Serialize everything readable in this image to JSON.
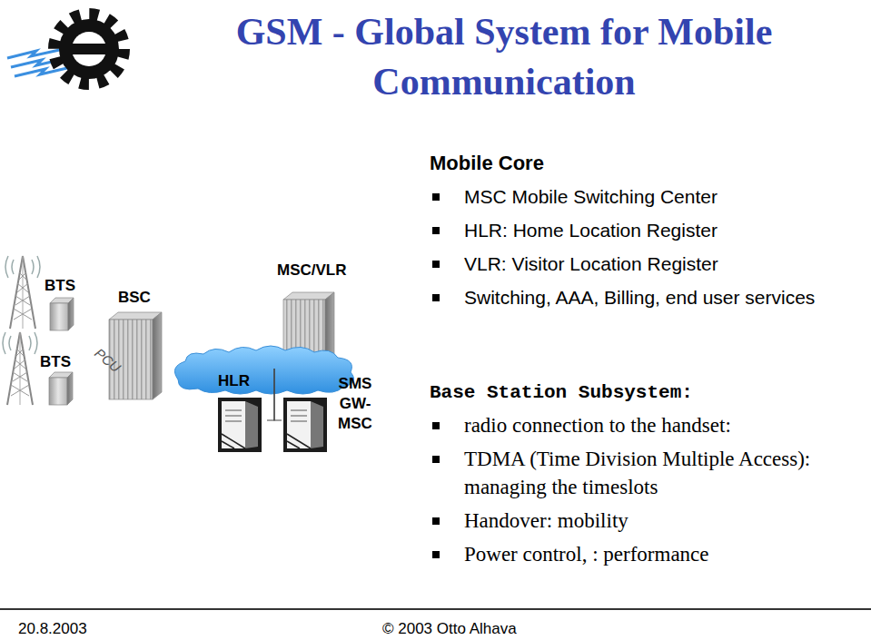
{
  "diagram": {
    "title": "GSM - Global System for Mobile Communication",
    "nodes": [
      {
        "text": [
          "BTS"
        ]
      },
      {
        "text": [
          "BSC",
          "PCU"
        ]
      },
      {
        "text": [
          "MSC/VLR"
        ]
      },
      {
        "text": [
          "BTS"
        ]
      },
      {
        "text": [
          "HLR"
        ]
      },
      {
        "text": [
          "SMS GW-MSC"
        ]
      }
    ],
    "edges": [
      {
        "from": 2,
        "to": 4,
        "arrow": "none"
      },
      {
        "from": 2,
        "to": 5,
        "arrow": "none"
      }
    ],
    "labels": [
      "Mobile Core",
      "MSC Mobile Switching Center",
      "HLR: Home Location Register",
      "VLR: Visitor Location Register",
      "Switching, AAA, Billing, end user services",
      "Base Station Subsystem:",
      "radio connection to the handset:",
      "TDMA (Time Division Multiple Access): managing the timeslots",
      "Handover: mobility",
      "Power control, : performance",
      "20.8.2003",
      "© 2003 Otto Alhava"
    ]
  }
}
